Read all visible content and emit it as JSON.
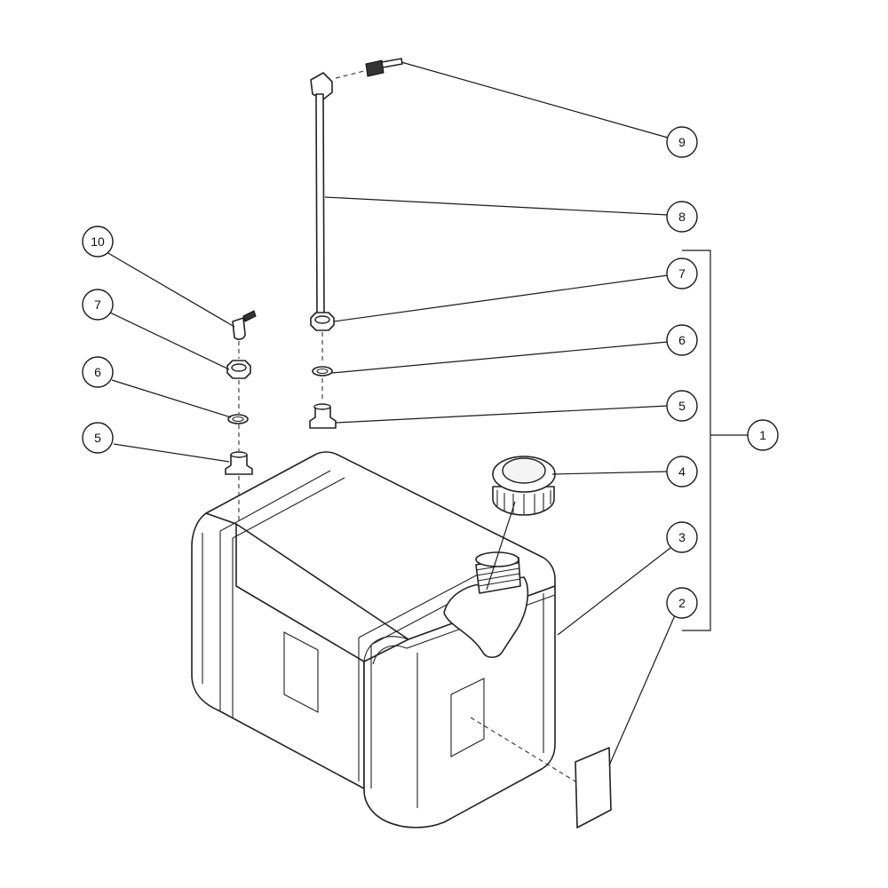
{
  "callouts": [
    {
      "id": "c9",
      "label": "9"
    },
    {
      "id": "c8",
      "label": "8"
    },
    {
      "id": "c7r",
      "label": "7"
    },
    {
      "id": "c6r",
      "label": "6"
    },
    {
      "id": "c5r",
      "label": "5"
    },
    {
      "id": "c4",
      "label": "4"
    },
    {
      "id": "c3",
      "label": "3"
    },
    {
      "id": "c2",
      "label": "2"
    },
    {
      "id": "c1",
      "label": "1"
    },
    {
      "id": "c10",
      "label": "10"
    },
    {
      "id": "c7l",
      "label": "7"
    },
    {
      "id": "c6l",
      "label": "6"
    },
    {
      "id": "c5l",
      "label": "5"
    }
  ]
}
